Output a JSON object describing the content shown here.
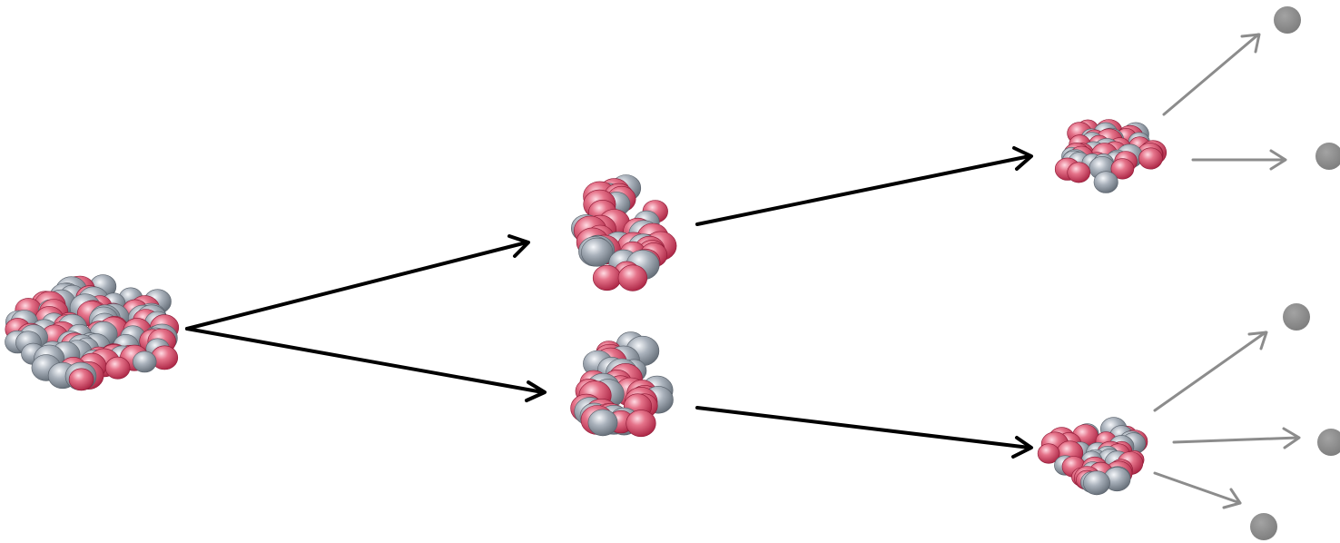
{
  "diagram": {
    "nuclei": [
      {
        "id": "parent-nucleus",
        "stage": 0
      },
      {
        "id": "fragment-upper",
        "stage": 1
      },
      {
        "id": "fragment-lower",
        "stage": 1
      },
      {
        "id": "daughter-upper",
        "stage": 2
      },
      {
        "id": "daughter-lower",
        "stage": 2
      }
    ],
    "emitted_particles": [
      {
        "id": "particle-1",
        "from": "daughter-upper"
      },
      {
        "id": "particle-2",
        "from": "daughter-upper"
      },
      {
        "id": "particle-3",
        "from": "daughter-lower"
      },
      {
        "id": "particle-4",
        "from": "daughter-lower"
      },
      {
        "id": "particle-5",
        "from": "daughter-lower"
      }
    ],
    "colors": {
      "proton": "#d94a64",
      "neutron": "#9aa3ad",
      "main_arrow": "#000000",
      "emission_arrow": "#8c8c8c",
      "particle": "#8a8a8a",
      "background": "#ffffff"
    }
  }
}
